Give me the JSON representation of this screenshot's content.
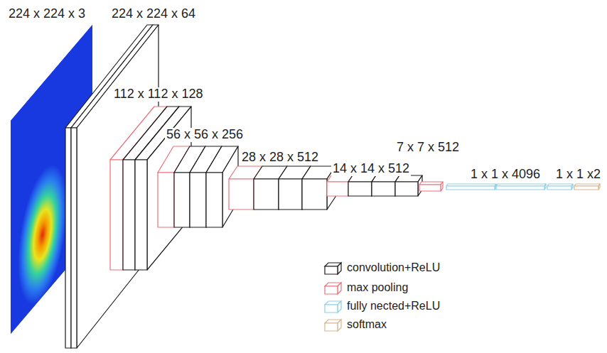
{
  "diagram": {
    "labels": [
      "224 x 224 x 3",
      "224 x 224 x 64",
      "112 x 112 x 128",
      "56 x 56 x 256",
      "28 x 28 x 512",
      "14 x 14 x 512",
      "7 x 7 x 512",
      "1 x 1 x 4096",
      "1 x 1 x2"
    ],
    "legend": [
      {
        "text": "convolution+ReLU",
        "color": "#1a1a1a"
      },
      {
        "text": "max pooling",
        "color": "#e8707a"
      },
      {
        "text": "fully nected+ReLU",
        "color": "#8ccfe6"
      },
      {
        "text": "softmax",
        "color": "#d9b48f"
      }
    ]
  }
}
